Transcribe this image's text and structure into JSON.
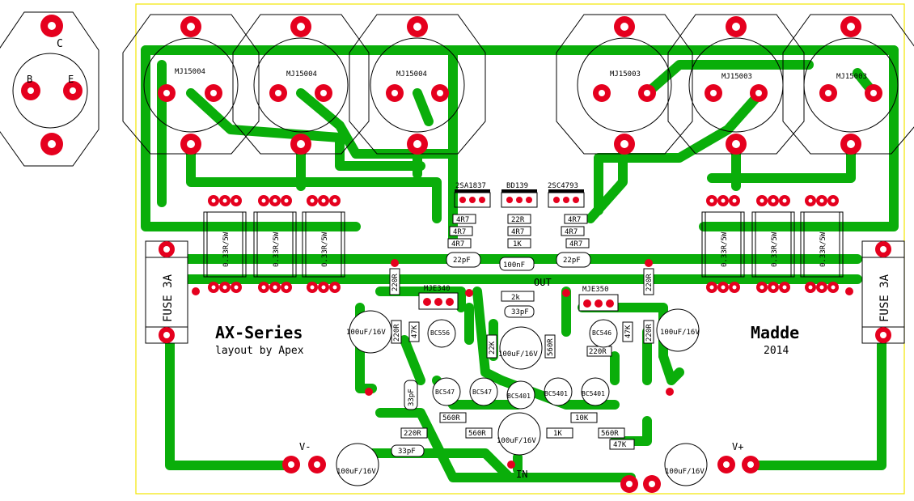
{
  "colors": {
    "board_outline": "#f2e600",
    "trace": "#0aae0a",
    "pad": "#e5001e",
    "hole": "#ffffff",
    "silk": "#000000"
  },
  "pinout": {
    "collector": "C",
    "base": "B",
    "emitter": "E"
  },
  "power_transistors": [
    {
      "label": "MJ15004"
    },
    {
      "label": "MJ15004"
    },
    {
      "label": "MJ15004"
    },
    {
      "label": "MJ15003"
    },
    {
      "label": "MJ15003"
    },
    {
      "label": "MJ15003"
    }
  ],
  "driver_transistors": {
    "left": "2SA1837",
    "middle": "BD139",
    "right": "2SC4793"
  },
  "emitter_resistors": [
    "0.33R/5W",
    "0.33R/5W",
    "0.33R/5W",
    "0.33R/5W",
    "0.33R/5W",
    "0.33R/5W"
  ],
  "fuses": [
    "FUSE 3A",
    "FUSE 3A"
  ],
  "vas_transistors": {
    "left": "MJE340",
    "right": "MJE350"
  },
  "small_transistors": {
    "bc556_left": "BC556",
    "bc546_right": "BC546",
    "bc547_a": "BC547",
    "bc547_b": "BC547",
    "bc5401_a": "BC5401",
    "bc5401_b": "BC5401",
    "bc5401_c": "BC5401"
  },
  "resistors": {
    "r4r7_a": "4R7",
    "r4r7_b": "4R7",
    "r4r7_c": "4R7",
    "r4r7_d": "4R7",
    "r4r7_e": "4R7",
    "r4r7_f": "4R7",
    "r22r": "22R",
    "r1k_mid": "1K",
    "r2k": "2k",
    "r22k": "22K",
    "r220r_right": "220R",
    "r220r_left": "220R",
    "r560r_a": "560R",
    "r560r_b": "560R",
    "r560r_c": "560R",
    "r10k": "10K",
    "r1k_low": "1K",
    "r47k_low": "47K",
    "r47k_left": "47K",
    "r47k_right": "47K",
    "r220r_vert_left": "220R",
    "r220r_vert_right": "220R",
    "r220r_mid_left": "220R",
    "r220r_mid_right": "220R",
    "r560r_vert": "560R"
  },
  "capacitors": {
    "c22pf_left": "22pF",
    "c22pf_right": "22pF",
    "c100nf": "100nF",
    "c33pf_mid": "33pF",
    "c33pf_low": "33pF",
    "c33pf_vert": "33pF",
    "c100uf_left": "100uF/16V",
    "c100uf_right": "100uF/16V",
    "c100uf_mid": "100uF/16V",
    "c100uf_low": "100uF/16V",
    "c100uf_vminus": "100uF/16V",
    "c100uf_vplus": "100uF/16V"
  },
  "net_labels": {
    "out": "OUT",
    "in": "IN",
    "v_minus": "V-",
    "v_plus": "V+"
  },
  "titles": {
    "left_main": "AX-Series",
    "left_sub": "layout by Apex",
    "right_main": "Madde",
    "right_sub": "2014"
  }
}
